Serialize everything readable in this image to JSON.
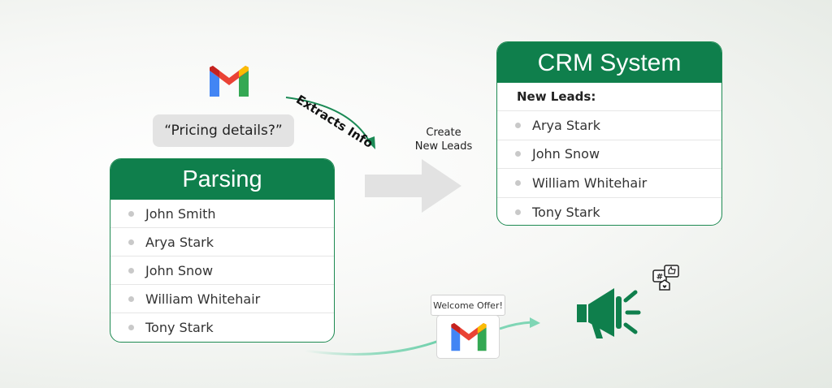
{
  "parsing": {
    "title": "Parsing",
    "items": [
      "John Smith",
      "Arya Stark",
      "John Snow",
      "William Whitehair",
      "Tony Stark"
    ]
  },
  "crm": {
    "title": "CRM System",
    "subheading": "New Leads:",
    "items": [
      "Arya Stark",
      "John Snow",
      "William Whitehair",
      "Tony Stark"
    ]
  },
  "bubble": {
    "text": "“Pricing details?”"
  },
  "labels": {
    "extracts_info": "Extracts Info",
    "create_new_leads_line1": "Create",
    "create_new_leads_line2": "New Leads",
    "welcome_offer": "Welcome Offer!"
  },
  "icons": {
    "mail_top": "gmail-icon",
    "mail_bottom": "gmail-icon",
    "megaphone": "megaphone-icon",
    "social": "social-media-icon"
  },
  "colors": {
    "brand_green": "#0f7f4c",
    "card_border": "#1e8a52",
    "arrow_gray": "#e2e2e2",
    "mint": "#7fd6b5"
  }
}
